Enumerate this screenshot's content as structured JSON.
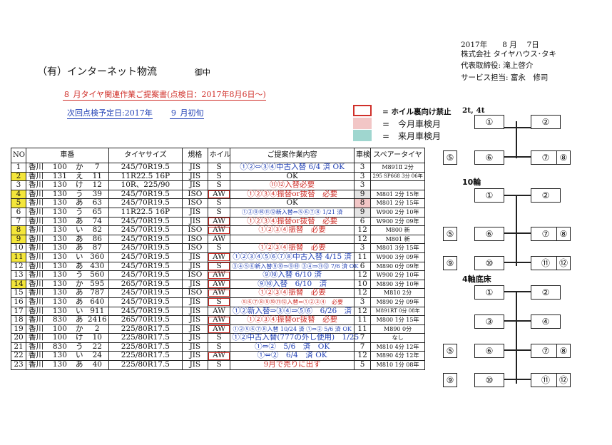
{
  "header": {
    "date": "2017年　　8 月　 7日",
    "company": "株式会社 タイヤハウス･タキ",
    "ceo": "代表取締役: 滝上啓介",
    "service_rep": "サービス担当: 富永　修司",
    "recipient": "（有）インターネット物流",
    "honorific": "御中",
    "proposal_title": "８ 月タイヤ関連作業ご提案書(点検日：2017年8月6日～)",
    "next_check_label": "次回点検予定日:2017年",
    "next_check_value": "９ 月初旬"
  },
  "legend": {
    "items": [
      {
        "label": "= ホイル裏向け禁止",
        "color": "#d0302a"
      },
      {
        "label": "=　今月車検月",
        "color": "#f2c6c6"
      },
      {
        "label": "=　来月車検月",
        "color": "#9fd6cf"
      }
    ],
    "extra": "2t, 4t"
  },
  "table": {
    "columns": [
      "NO",
      "車番",
      "タイヤサイズ",
      "規格",
      "ホイル",
      "ご提案作業内容",
      "車検",
      "スペアータイヤ"
    ],
    "rows": [
      {
        "no": "1",
        "pref": "香川",
        "cls": "100",
        "kana": "か",
        "num": "7",
        "size": "245/70R19.5",
        "std": "JIS",
        "wheel": "S",
        "work": "①②⇔③④中古入替 6/4 済 OK",
        "work_color": "blue",
        "inspect": "3",
        "spare": "M891Ⅱ 2分"
      },
      {
        "no": "2",
        "pref": "香川",
        "cls": "131",
        "kana": "え",
        "num": "11",
        "size": "11R22.5 16P",
        "std": "JIS",
        "wheel": "S",
        "work": "OK",
        "work_color": "black",
        "inspect": "3",
        "spare": "295 SP668 3分 06年"
      },
      {
        "no": "3",
        "pref": "香川",
        "cls": "130",
        "kana": "け",
        "num": "12",
        "size": "10R、225/90",
        "std": "JIS",
        "wheel": "S",
        "work": "⑪⑫入替必要",
        "work_color": "red",
        "inspect": "3",
        "spare": ""
      },
      {
        "no": "4",
        "pref": "香川",
        "cls": "130",
        "kana": "う",
        "num": "39",
        "size": "245/70R19.5",
        "std": "ISO",
        "wheel": "AW",
        "work": "①②③④振替or抜替　必要",
        "work_color": "red",
        "inspect": "9",
        "spare": "M801 2分 15年"
      },
      {
        "no": "5",
        "pref": "香川",
        "cls": "130",
        "kana": "あ",
        "num": "63",
        "size": "245/70R19.5",
        "std": "ISO",
        "wheel": "S",
        "work": "OK",
        "work_color": "black",
        "inspect": "8",
        "spare": "M801 2分 15年"
      },
      {
        "no": "6",
        "pref": "香川",
        "cls": "130",
        "kana": "う",
        "num": "65",
        "size": "11R22.5 16P",
        "std": "JIS",
        "wheel": "S",
        "work": "①②⑨⑩⑪⑫新入替⇔⑤⑥⑦⑧ 1/21 済",
        "work_color": "blue",
        "inspect": "9",
        "spare": "W900 2分 10年"
      },
      {
        "no": "7",
        "pref": "香川",
        "cls": "130",
        "kana": "あ",
        "num": "74",
        "size": "245/70R19.5",
        "std": "JIS",
        "wheel": "AW",
        "work": "①②③④振替or抜替　必要",
        "work_color": "red",
        "inspect": "6",
        "spare": "W900 2分 09年"
      },
      {
        "no": "8",
        "pref": "香川",
        "cls": "130",
        "kana": "い",
        "num": "82",
        "size": "245/70R19.5",
        "std": "ISO",
        "wheel": "AW",
        "work": "①②③④振替　必要",
        "work_color": "red",
        "inspect": "12",
        "spare": "M800 新"
      },
      {
        "no": "9",
        "pref": "香川",
        "cls": "130",
        "kana": "あ",
        "num": "86",
        "size": "245/70R19.5",
        "std": "ISO",
        "wheel": "AW",
        "work": "",
        "work_color": "black",
        "inspect": "12",
        "spare": "M801 新"
      },
      {
        "no": "10",
        "pref": "香川",
        "cls": "130",
        "kana": "あ",
        "num": "87",
        "size": "245/70R19.5",
        "std": "ISO",
        "wheel": "S",
        "work": "①②③④振替　必要",
        "work_color": "red",
        "inspect": "3",
        "spare": "M801 3分 15年"
      },
      {
        "no": "11",
        "pref": "香川",
        "cls": "130",
        "kana": "い",
        "num": "360",
        "size": "245/70R19.5",
        "std": "JIS",
        "wheel": "AW",
        "work": "①②③④⑤⑥⑦⑧中古入替 4/15 済",
        "work_color": "blue",
        "inspect": "11",
        "spare": "W900 3分 09年"
      },
      {
        "no": "12",
        "pref": "香川",
        "cls": "130",
        "kana": "あ",
        "num": "430",
        "size": "245/70R19.5",
        "std": "JIS",
        "wheel": "S",
        "work": "③④⑤⑥新入替⑨⑩⇒⑨⑩ ③④⇒⑪⑫ 7/6 済 OK",
        "work_color": "blue",
        "inspect": "6",
        "spare": "M890 0分 09年"
      },
      {
        "no": "13",
        "pref": "香川",
        "cls": "130",
        "kana": "う",
        "num": "560",
        "size": "245/70R19.5",
        "std": "ISO",
        "wheel": "AW",
        "work": "⑨⑩入替 6/10 済",
        "work_color": "blue",
        "inspect": "12",
        "spare": "W900 2分 10年"
      },
      {
        "no": "14",
        "pref": "香川",
        "cls": "130",
        "kana": "か",
        "num": "595",
        "size": "265/70R19.5",
        "std": "JIS",
        "wheel": "AW",
        "work": "⑨⑩入替　6/10　済",
        "work_color": "blue",
        "inspect": "10",
        "spare": "M890 3分 10年"
      },
      {
        "no": "15",
        "pref": "香川",
        "cls": "130",
        "kana": "あ",
        "num": "787",
        "size": "245/70R19.5",
        "std": "ISO",
        "wheel": "AW",
        "work": "①②③④振替　必要",
        "work_color": "red",
        "inspect": "12",
        "spare": "M810 2分"
      },
      {
        "no": "16",
        "pref": "香川",
        "cls": "130",
        "kana": "あ",
        "num": "640",
        "size": "245/70R19.5",
        "std": "JIS",
        "wheel": "S",
        "work": "⑤⑥⑦⑧⑨⑩⑪⑫入替⇔①②③④　必要",
        "work_color": "red",
        "inspect": "3",
        "spare": "M890 2分 09年"
      },
      {
        "no": "17",
        "pref": "香川",
        "cls": "130",
        "kana": "い",
        "num": "911",
        "size": "245/70R19.5",
        "std": "JIS",
        "wheel": "AW",
        "work": "①②新入替⇒③④⇒⑤⑥　6/26　済",
        "work_color": "blue",
        "inspect": "12",
        "spare": "M891RT 0分 08年"
      },
      {
        "no": "18",
        "pref": "香川",
        "cls": "830",
        "kana": "あ",
        "num": "2416",
        "size": "265/70R19.5",
        "std": "JIS",
        "wheel": "AW",
        "work": "①②③④振替or抜替　必要",
        "work_color": "red",
        "inspect": "11",
        "spare": "M800 1分 15年"
      },
      {
        "no": "19",
        "pref": "香川",
        "cls": "100",
        "kana": "か",
        "num": "2",
        "size": "225/80R17.5",
        "std": "JIS",
        "wheel": "AW",
        "work": "①②⑤⑥⑦⑧入替 10/24 済 ①⇔② 5/6 済 OK",
        "work_color": "blue",
        "inspect": "11",
        "spare": "M890 0分"
      },
      {
        "no": "20",
        "pref": "香川",
        "cls": "100",
        "kana": "け",
        "num": "10",
        "size": "225/80R17.5",
        "std": "JIS",
        "wheel": "S",
        "work": "①②中古入替(777の外し使用)　1/25",
        "work_color": "blue",
        "inspect": "7",
        "spare": "なし"
      },
      {
        "no": "21",
        "pref": "香川",
        "cls": "830",
        "kana": "う",
        "num": "22",
        "size": "225/80R17.5",
        "std": "JIS",
        "wheel": "S",
        "work": "①⇔②　5/6　済　OK",
        "work_color": "blue",
        "inspect": "7",
        "spare": "M810 4分 12年"
      },
      {
        "no": "22",
        "pref": "香川",
        "cls": "130",
        "kana": "い",
        "num": "24",
        "size": "225/80R17.5",
        "std": "JIS",
        "wheel": "AW",
        "work": "①⇔②　6/4　済 OK",
        "work_color": "blue",
        "inspect": "12",
        "spare": "M890 4分 12年"
      },
      {
        "no": "23",
        "pref": "香川",
        "cls": "130",
        "kana": "あ",
        "num": "40",
        "size": "225/80R17.5",
        "std": "JIS",
        "wheel": "S",
        "work": "9月で売りに出す",
        "work_color": "red",
        "inspect": "5",
        "spare": "M810 1分 08年"
      }
    ]
  },
  "diagrams": {
    "d2t4t": {
      "positions": [
        "①",
        "②",
        "⑤",
        "⑥",
        "⑦",
        "⑧"
      ]
    },
    "d10": {
      "label": "10輪",
      "positions": [
        "①",
        "②",
        "⑤",
        "⑥",
        "⑦",
        "⑧",
        "⑨",
        "⑩",
        "⑪",
        "⑫"
      ]
    },
    "d4axle": {
      "label": "4軸底床",
      "positions": [
        "①",
        "②",
        "③",
        "④",
        "⑤",
        "⑥",
        "⑦",
        "⑧",
        "⑨",
        "⑩",
        "⑪",
        "⑫"
      ]
    }
  }
}
